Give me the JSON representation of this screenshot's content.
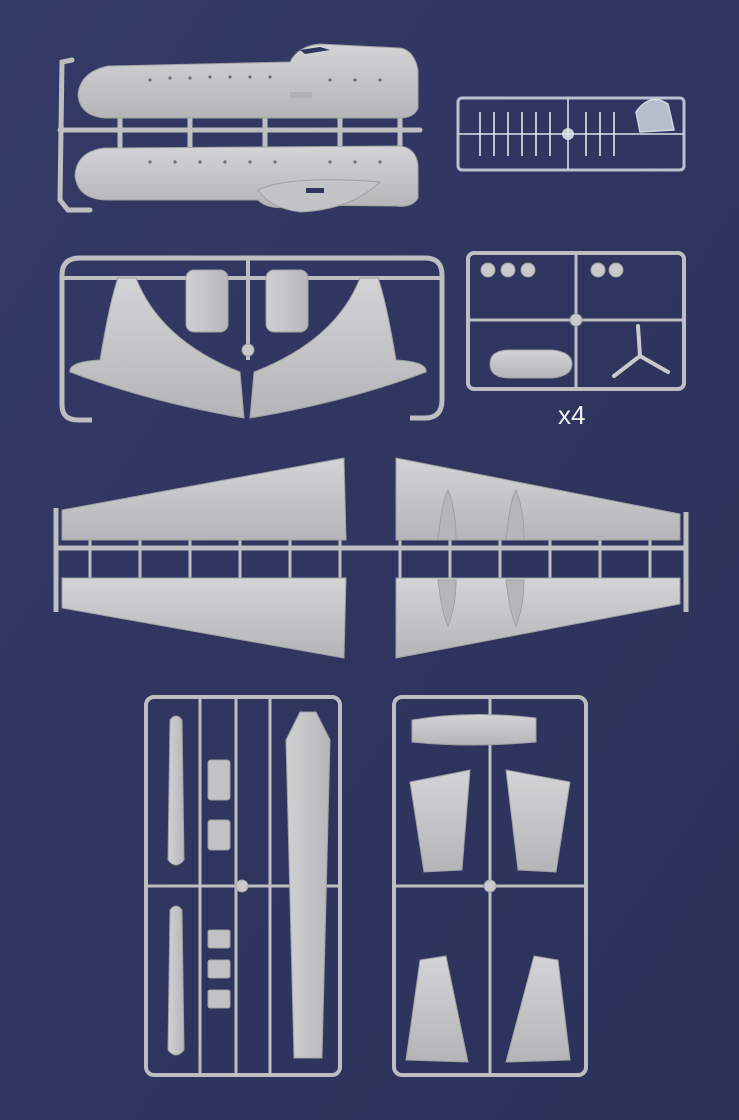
{
  "scene": {
    "background_color": "#2f3560",
    "plastic_color": "#c9cacb",
    "plastic_shadow_color": "#a9aaab",
    "clear_part_color": "#d4d9e2"
  },
  "sprues": [
    {
      "id": "fuselage-halves",
      "parts": [
        "fuselage-half-left",
        "fuselage-half-right"
      ]
    },
    {
      "id": "clear-parts",
      "parts": [
        "canopy",
        "windows"
      ]
    },
    {
      "id": "tail-assembly",
      "parts": [
        "vertical-fin-left",
        "vertical-fin-right",
        "engine-cowls"
      ]
    },
    {
      "id": "small-parts",
      "parts": [
        "wheels",
        "propeller",
        "engine-nacelle"
      ]
    },
    {
      "id": "wings",
      "parts": [
        "wing-left-upper",
        "wing-left-lower",
        "wing-right-upper",
        "wing-right-lower"
      ]
    },
    {
      "id": "interior-parts",
      "parts": [
        "floor",
        "drop-tanks",
        "bulkheads"
      ]
    },
    {
      "id": "stabilizers",
      "parts": [
        "horizontal-stabilizers",
        "flaps",
        "control-surfaces"
      ]
    }
  ],
  "labels": {
    "quantity": "x4"
  }
}
